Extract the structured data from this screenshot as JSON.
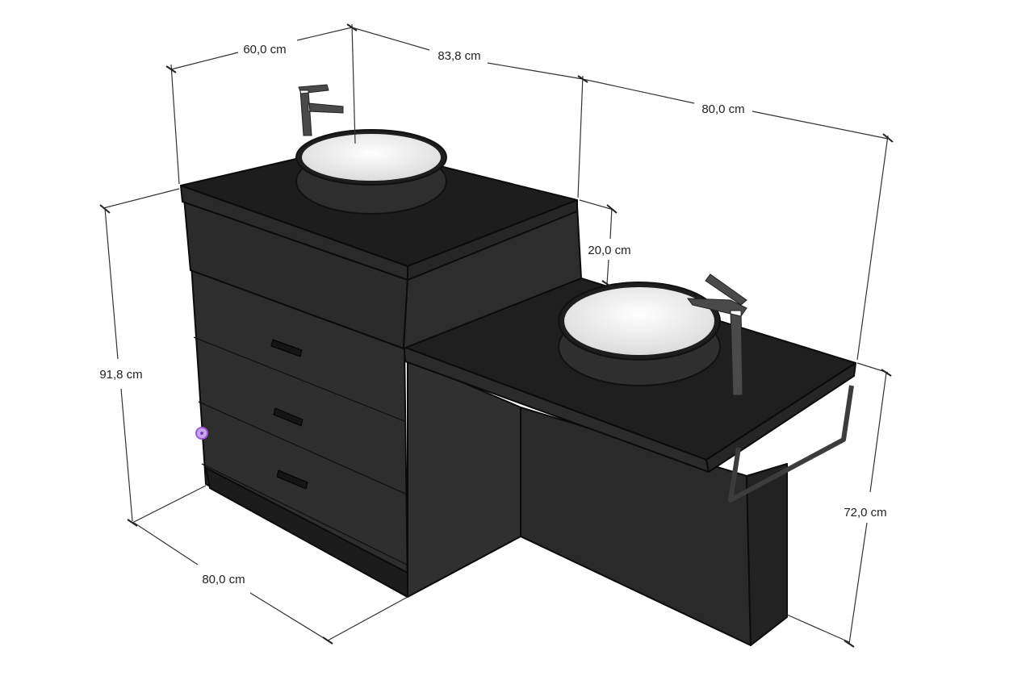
{
  "dimensions": {
    "top_depth": "60,0 cm",
    "top_width_left": "83,8 cm",
    "top_width_right": "80,0 cm",
    "step_height": "20,0 cm",
    "left_height": "91,8 cm",
    "bottom_width": "80,0 cm",
    "right_height": "72,0 cm"
  },
  "colors": {
    "cabinet_front": "#2e2e2e",
    "cabinet_top": "#1d1d1d",
    "basin_inner": "#f2f2f2",
    "faucet": "#4a4a4a",
    "cursor_marker": "#9b59d6"
  }
}
